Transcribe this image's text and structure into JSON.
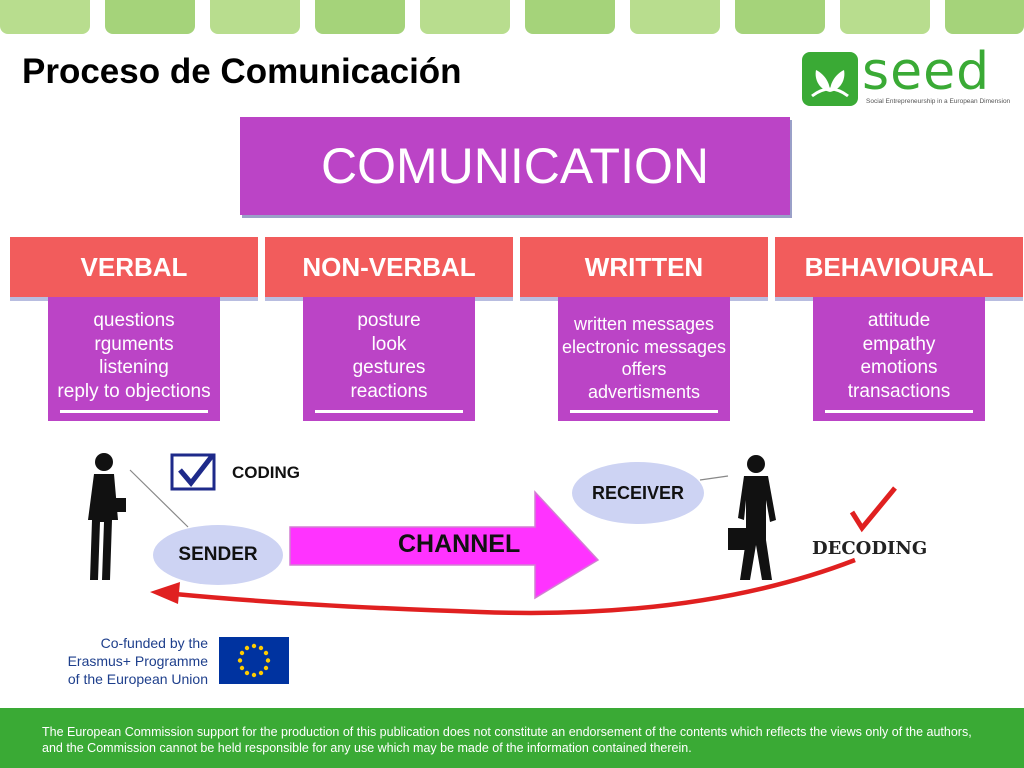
{
  "header": {
    "title": "Proceso de Comunicación"
  },
  "logo": {
    "word": "seed",
    "tagline": "Social Entrepreneurship in a European Dimension",
    "brand_color": "#3aaa35"
  },
  "diagram": {
    "main_title": "COMUNICATION",
    "categories": [
      {
        "label": "VERBAL",
        "items": [
          "questions",
          "rguments",
          "listening",
          "reply to objections"
        ]
      },
      {
        "label": "NON-VERBAL",
        "items": [
          "posture",
          "look",
          "gestures",
          "reactions"
        ]
      },
      {
        "label": "WRITTEN",
        "items": [
          "written messages",
          "electronic messages",
          "offers",
          "advertisments"
        ]
      },
      {
        "label": "BEHAVIOURAL",
        "items": [
          "attitude",
          "empathy",
          "emotions",
          "transactions"
        ]
      }
    ],
    "flow": {
      "coding": "CODING",
      "sender": "SENDER",
      "channel": "CHANNEL",
      "receiver": "RECEIVER",
      "decoding": "DECODING"
    },
    "colors": {
      "purple": "#bb44c6",
      "red": "#f25c5c",
      "ellipse": "#cdd3f3",
      "arrow": "#ff33ff",
      "return_arrow": "#e02020"
    }
  },
  "cofunding": {
    "line1": "Co-funded by the",
    "line2": "Erasmus+ Programme",
    "line3": "of the European Union"
  },
  "footer": {
    "disclaimer": "The European Commission support for the production of this publication does not constitute an endorsement of the contents which reflects the views only of the authors, and the Commission cannot be held responsible for any use which may be made of the information contained therein."
  }
}
